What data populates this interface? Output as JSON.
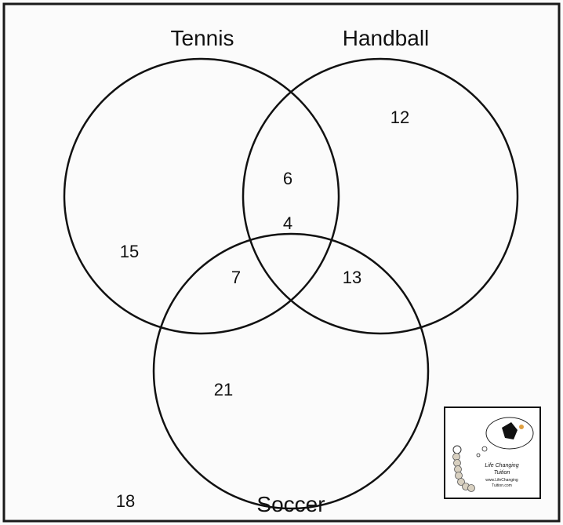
{
  "diagram": {
    "type": "venn-3",
    "sets": {
      "tennis": "Tennis",
      "handball": "Handball",
      "soccer": "Soccer"
    },
    "regions": {
      "tennis_only": "15",
      "handball_only": "12",
      "soccer_only": "21",
      "tennis_handball_only": "6",
      "tennis_soccer_only": "7",
      "handball_soccer_only": "13",
      "all_three": "4",
      "none": "18"
    }
  },
  "logo": {
    "line1": "Life Changing",
    "line2": "Tuition",
    "line3": "www.LifeChanging",
    "line4": "Tuition.com"
  }
}
